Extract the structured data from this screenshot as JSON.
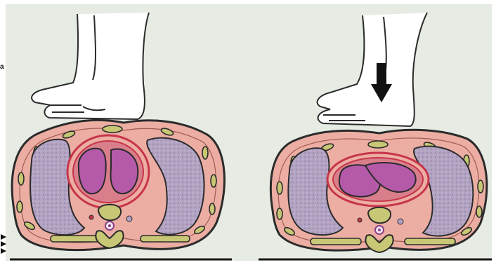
{
  "figure": {
    "side_label": "a",
    "panels": [
      {
        "id": "left",
        "state": "hands resting on chest, no compression"
      },
      {
        "id": "right",
        "state": "compression applied",
        "arrow": "down-arrow-icon"
      }
    ]
  },
  "colors": {
    "background": "#e6ebe3",
    "outline": "#2b2b2b",
    "tissue": "#ecaea3",
    "lung": "#b3a3c3",
    "heart": "#b45aa8",
    "pericardium": "#c7354a",
    "bone": "#c8c775",
    "table": "#1a1a1a"
  }
}
